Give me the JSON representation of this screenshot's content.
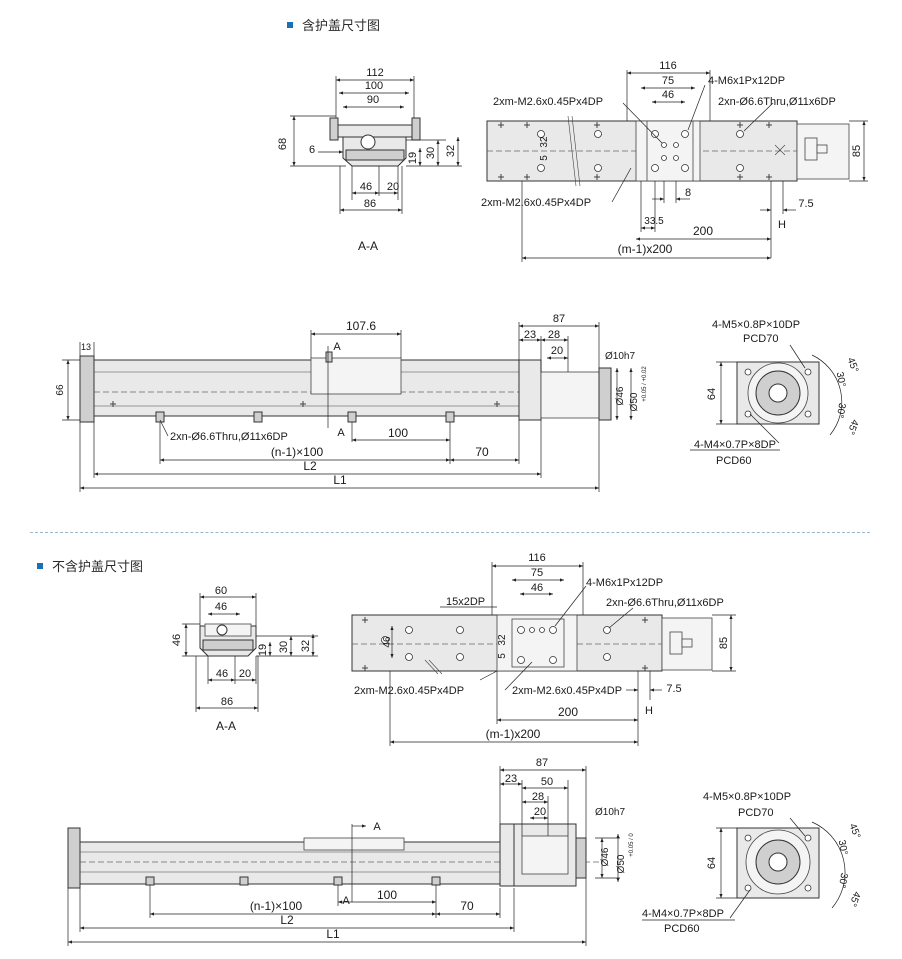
{
  "headings": {
    "with_cover": "含护盖尺寸图",
    "without_cover": "不含护盖尺寸图"
  },
  "colors": {
    "accent": "#1a6fb5",
    "separator": "#9ab7cf"
  },
  "top": {
    "section_label": "A-A",
    "section": {
      "d112": "112",
      "d100": "100",
      "d90": "90",
      "d68": "68",
      "d6": "6",
      "d19": "19",
      "d30": "30",
      "d32": "32",
      "d46": "46",
      "d20": "20",
      "d86": "86"
    },
    "plan": {
      "d116": "116",
      "d75": "75",
      "d46": "46",
      "tap_top": "4-M6x1Px12DP",
      "thread_left_top": "2xm-M2.6x0.45Px4DP",
      "thru": "2xn-Ø6.6Thru,Ø11x6DP",
      "d32": "32",
      "d5": "5",
      "d85": "85",
      "d8": "8",
      "thread_left_bottom": "2xm-M2.6x0.45Px4DP",
      "d7_5": "7.5",
      "d33_5": "33.5",
      "d200": "200",
      "H": "H",
      "pitch": "(m-1)x200"
    },
    "side": {
      "d107_6": "107.6",
      "d13": "13",
      "d66": "66",
      "A_top": "A",
      "A_bottom": "A",
      "thru": "2xn-Ø6.6Thru,Ø11x6DP",
      "d100": "100",
      "pitch": "(n-1)×100",
      "d70": "70",
      "L2": "L2",
      "L1": "L1",
      "d87": "87",
      "d23": "23",
      "d28": "28",
      "d20": "20",
      "shaft": "Ø10h7",
      "d46": "Ø46",
      "pilot": "Ø50",
      "tol": "+0.05 / +0.02"
    },
    "flange": {
      "tap": "4-M5×0.8P×10DP",
      "pcd1": "PCD70",
      "d64": "64",
      "a45a": "45°",
      "a30a": "30°",
      "a30b": "30°",
      "a45b": "45°",
      "tap2": "4-M4×0.7P×8DP",
      "pcd2": "PCD60"
    }
  },
  "bottom": {
    "section_label": "A-A",
    "section": {
      "d60": "60",
      "d46": "46",
      "d46v": "46",
      "d19": "19",
      "d30": "30",
      "d32": "32",
      "d46b": "46",
      "d20": "20",
      "d86": "86"
    },
    "plan": {
      "d116": "116",
      "d75": "75",
      "d46": "46",
      "tap_top": "4-M6x1Px12DP",
      "d15": "15x2DP",
      "thru": "2xn-Ø6.6Thru,Ø11x6DP",
      "d46v": "46",
      "d32": "32",
      "d5": "5",
      "d85": "85",
      "thread_left": "2xm-M2.6x0.45Px4DP",
      "thread_right": "2xm-M2.6x0.45Px4DP",
      "d7_5": "7.5",
      "d200": "200",
      "H": "H",
      "pitch": "(m-1)x200"
    },
    "side": {
      "d87": "87",
      "d23": "23",
      "d50": "50",
      "d28": "28",
      "d20": "20",
      "A_top": "A",
      "A_bottom": "A",
      "shaft": "Ø10h7",
      "d46": "Ø46",
      "pilot": "Ø50",
      "tol": "+0.05 / 0",
      "d100": "100",
      "pitch": "(n-1)×100",
      "d70": "70",
      "L2": "L2",
      "L1": "L1"
    },
    "flange": {
      "tap": "4-M5×0.8P×10DP",
      "pcd1": "PCD70",
      "d64": "64",
      "a45a": "45°",
      "a30a": "30°",
      "a30b": "30°",
      "a45b": "45°",
      "tap2": "4-M4×0.7P×8DP",
      "pcd2": "PCD60"
    }
  }
}
